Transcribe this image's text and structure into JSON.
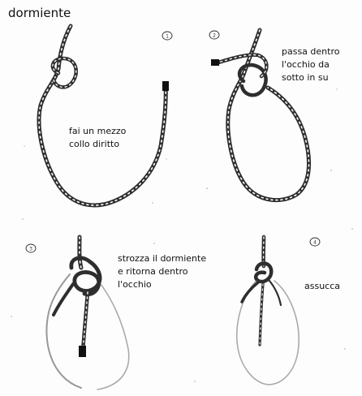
{
  "title": "dormiente",
  "steps": [
    {
      "number": "1",
      "lines": [
        "fai un mezzo",
        "collo diritto"
      ]
    },
    {
      "number": "2",
      "lines": [
        "passa dentro",
        "l'occhio da",
        "sotto in su"
      ]
    },
    {
      "number": "3",
      "lines": [
        "strozza il dormiente",
        "e ritorna dentro",
        "l'occhio"
      ]
    },
    {
      "number": "4",
      "lines": [
        "assucca"
      ]
    }
  ],
  "colors": {
    "rope": "#2a2a2a",
    "rope_end": "#111111",
    "paper": "#fdfdfd"
  }
}
